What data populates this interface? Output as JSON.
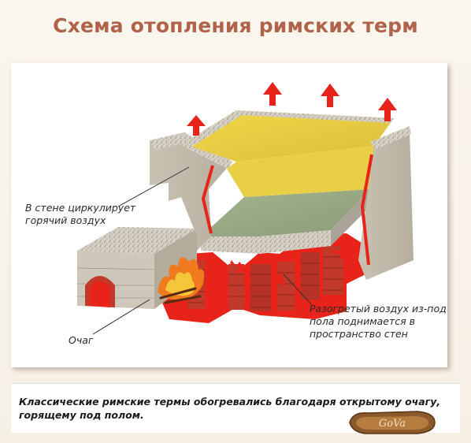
{
  "title": "Схема отопления римских терм",
  "labels": {
    "wall": "В стене циркулирует горячий воздух",
    "hearth": "Очаг",
    "floor": "Разогретый воздух из-под пола поднимается в пространство стен"
  },
  "caption": "Классические римские термы обогревались благодаря открытому очагу, горящему под полом.",
  "logo": {
    "text": "GoVa"
  },
  "colors": {
    "title": "#b0624a",
    "fire": "#e8241a",
    "hot_air_arrow": "#e8241a",
    "pool_water": "#e6c93a",
    "stone": "#c8c3b6"
  }
}
